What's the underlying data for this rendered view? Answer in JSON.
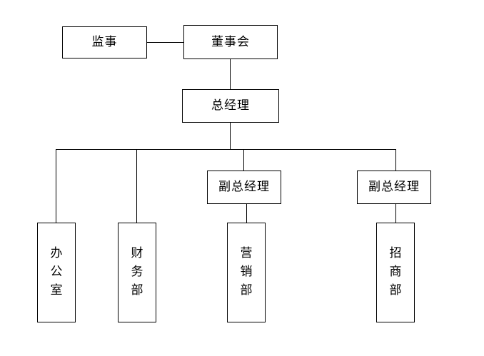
{
  "chart_data": {
    "type": "diagram",
    "title": "",
    "diagram_kind": "organizational-chart",
    "orientation": "top-down",
    "nodes": [
      {
        "id": "supervisor",
        "label": "监事",
        "level": 0,
        "text_direction": "horizontal"
      },
      {
        "id": "board",
        "label": "董事会",
        "level": 0,
        "text_direction": "horizontal"
      },
      {
        "id": "general-manager",
        "label": "总经理",
        "level": 1,
        "text_direction": "horizontal"
      },
      {
        "id": "deputy-gm-1",
        "label": "副总经理",
        "level": 2,
        "text_direction": "horizontal"
      },
      {
        "id": "deputy-gm-2",
        "label": "副总经理",
        "level": 2,
        "text_direction": "horizontal"
      },
      {
        "id": "office",
        "label": "办公室",
        "level": 3,
        "text_direction": "vertical"
      },
      {
        "id": "finance",
        "label": "财务部",
        "level": 3,
        "text_direction": "vertical"
      },
      {
        "id": "marketing",
        "label": "营销部",
        "level": 3,
        "text_direction": "vertical"
      },
      {
        "id": "investment",
        "label": "招商部",
        "level": 3,
        "text_direction": "vertical"
      }
    ],
    "edges": [
      {
        "from": "supervisor",
        "to": "board",
        "style": "horizontal-line"
      },
      {
        "from": "board",
        "to": "general-manager",
        "style": "vertical-line"
      },
      {
        "from": "general-manager",
        "to": "office",
        "style": "elbow"
      },
      {
        "from": "general-manager",
        "to": "finance",
        "style": "elbow"
      },
      {
        "from": "general-manager",
        "to": "deputy-gm-1",
        "style": "elbow"
      },
      {
        "from": "general-manager",
        "to": "deputy-gm-2",
        "style": "elbow"
      },
      {
        "from": "deputy-gm-1",
        "to": "marketing",
        "style": "vertical-line"
      },
      {
        "from": "deputy-gm-2",
        "to": "investment",
        "style": "vertical-line"
      }
    ],
    "colors": {
      "line": "#000000",
      "box_fill": "#ffffff",
      "text": "#000000",
      "background": "#ffffff"
    }
  },
  "nodes": {
    "supervisor": {
      "label": "监事"
    },
    "board": {
      "label": "董事会"
    },
    "general_manager": {
      "label": "总经理"
    },
    "deputy_gm_1": {
      "label": "副总经理"
    },
    "deputy_gm_2": {
      "label": "副总经理"
    },
    "office": {
      "label": "办公室"
    },
    "finance": {
      "label": "财务部"
    },
    "marketing": {
      "label": "营销部"
    },
    "investment": {
      "label": "招商部"
    }
  }
}
